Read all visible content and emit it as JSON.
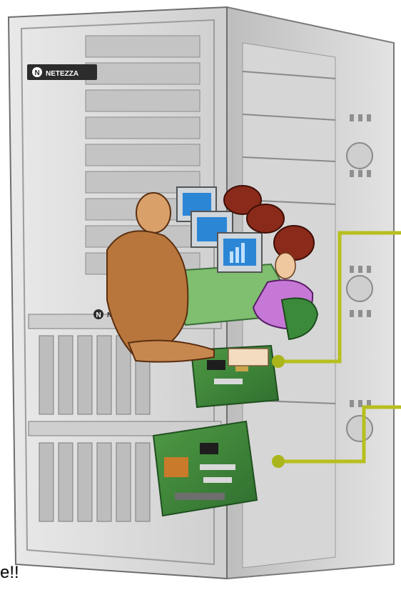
{
  "rack": {
    "brand_logo_text": "NETEZZA",
    "brand_logo_small_text": "NET",
    "logo_badge_letter": "N"
  },
  "caption": {
    "text": "e!!"
  },
  "colors": {
    "callout_line": "#b7bf1f",
    "callout_dot": "#a9b51a",
    "circuit_board": "#3f8a3a",
    "rack_frame": "#8e8e8e",
    "rack_panel": "#d9d9d9",
    "monitor_screen": "#2c86d6",
    "person_suit": "#b8763c",
    "person_shirt": "#c678d6",
    "hair": "#8a2a1a",
    "chair": "#3b8a3b"
  },
  "icons": [
    "server-rack-illustration",
    "office-workers-clipart",
    "circuit-board-upper",
    "circuit-board-lower",
    "callout-line-upper",
    "callout-line-lower"
  ]
}
